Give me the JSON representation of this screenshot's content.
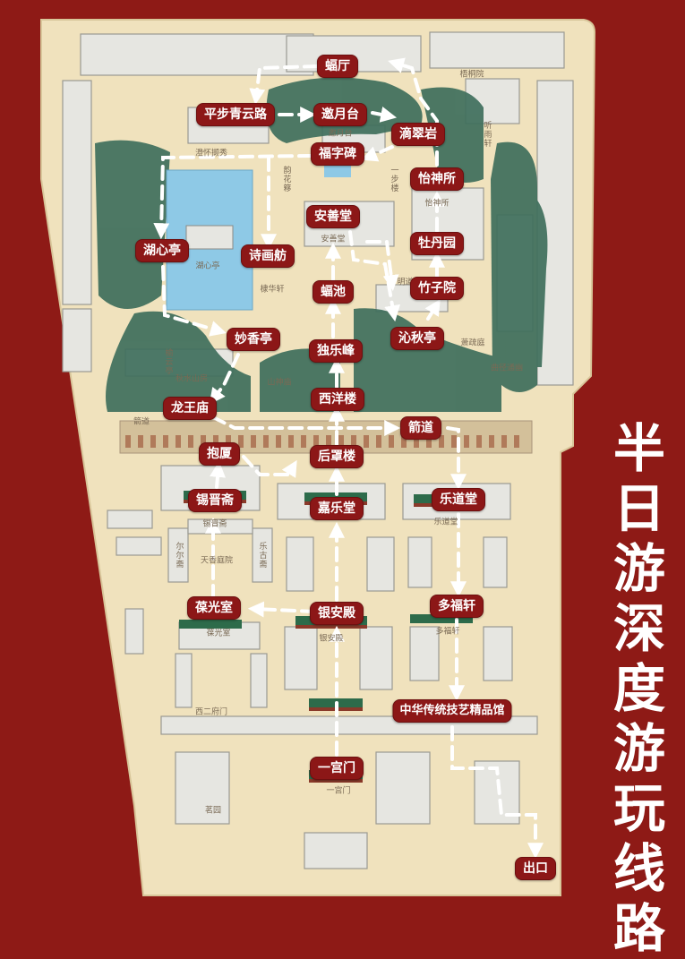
{
  "title": [
    "半",
    "日",
    "游",
    "深",
    "度",
    "游",
    "玩",
    "线",
    "路"
  ],
  "colors": {
    "background": "#8e1a16",
    "map": "#f0e2bd",
    "water": "#8ec9e6",
    "greenery": "#3f6f5c",
    "route": "#ffffff",
    "label": "#8c1717"
  },
  "stops": {
    "fu_ting": "蝠厅",
    "ping_bu_qing_yun_lu": "平步青云路",
    "yao_yue_tai": "邀月台",
    "di_cui_yan": "滴翠岩",
    "fu_zi_bei": "福字碑",
    "yi_shen_suo": "怡神所",
    "an_shan_tang": "安善堂",
    "mu_dan_yuan": "牡丹园",
    "hu_xin_ting": "湖心亭",
    "shi_hua_fang": "诗画舫",
    "bian_chi": "蝠池",
    "zhu_zi_yuan": "竹子院",
    "miao_xiang_ting": "妙香亭",
    "qin_qiu_ting": "沁秋亭",
    "du_le_feng": "独乐峰",
    "xi_yang_lou": "西洋楼",
    "long_wang_miao": "龙王庙",
    "jian_dao": "箭道",
    "bao_sha": "抱厦",
    "hou_zhao_lou": "后罩楼",
    "xi_jin_zhai": "锡晋斋",
    "jia_le_tang": "嘉乐堂",
    "le_dao_tang": "乐道堂",
    "bao_guang_shi": "葆光室",
    "yin_an_dian": "银安殿",
    "duo_fu_xuan": "多福轩",
    "museum": "中华传统技艺精品馆",
    "yi_gong_men": "一宫门",
    "exit": "出口"
  },
  "map_labels": {
    "tong_yin_yuan": "梧桐院",
    "ting_yu_xuan": "听雨轩",
    "yao_yue_tai_small": "邀月台",
    "cheng_huai_shu_xie": "澄怀撷秀",
    "yun_hua_lu": "韵花簃",
    "yi_bu_lou": "一步楼",
    "yi_shen_small": "怡神所",
    "an_shan_small": "安善堂",
    "hu_xin_small": "湖心亭",
    "di_hua_xuan": "棣华轩",
    "ming_dao_zhai": "明道斋",
    "qiu_shui_shan_fang": "秋水山房",
    "shan_shen_miao": "山神庙",
    "yu_yun_ting": "榆云亭",
    "xiao_su_ting": "萧疏庭",
    "qu_jing_tong_you": "曲径通幽",
    "jian_dao_small": "箭道",
    "xi_jin_small": "锡晋斋",
    "er_er_zhai": "尔尔斋",
    "tian_xiang_ting_yuan": "天香庭院",
    "le_gu_zhai": "乐古斋",
    "le_dao_small": "乐道堂",
    "bao_guang_small": "葆光室",
    "duo_fu_small": "多福轩",
    "yin_an_small": "银安殿",
    "xi_er_fu_men": "西二府门",
    "yi_gong_men_small": "一宫门",
    "ming_yuan": "茗园"
  }
}
